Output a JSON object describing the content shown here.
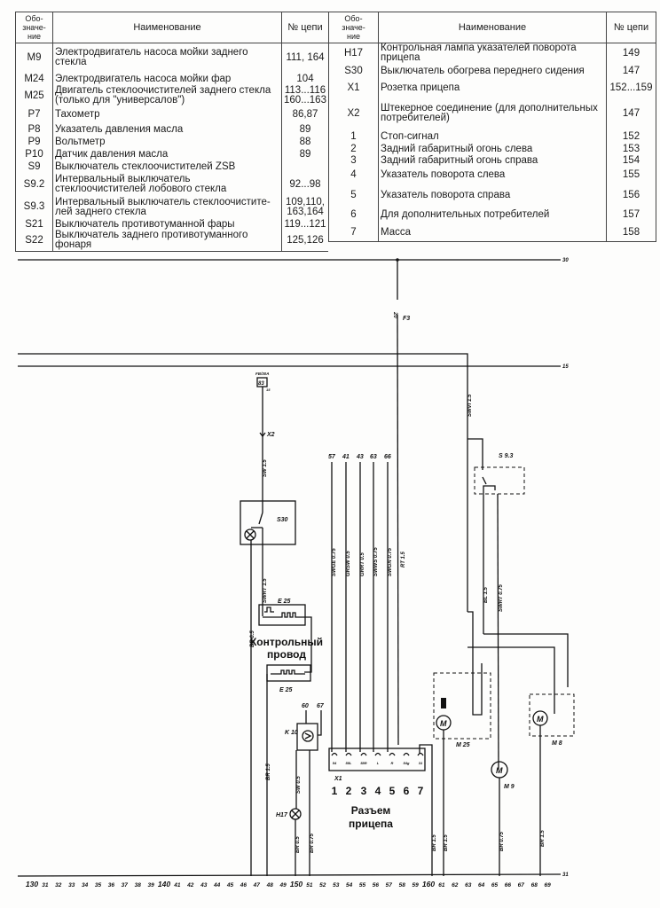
{
  "table_header": {
    "designation": "Обо-\nзначе-\nние",
    "name": "Наименование",
    "circuit": "№ цепи"
  },
  "left_rows": [
    {
      "id": "M9",
      "name": "Электродвигатель насоса мойки заднего стекла",
      "circuit": "111, 164"
    },
    {
      "id": "M24",
      "name": "Электродвигатель насоса мойки фар",
      "circuit": "104"
    },
    {
      "id": "M25",
      "name": "Двигатель стеклоочистителей заднего стекла (только для \"универсалов\")",
      "circuit": "113...116 160...163"
    },
    {
      "id": "P7",
      "name": "Тахометр",
      "circuit": "86,87"
    },
    {
      "id": "P8",
      "name": "Указатель давления масла",
      "circuit": "89"
    },
    {
      "id": "P9",
      "name": "Вольтметр",
      "circuit": "88"
    },
    {
      "id": "P10",
      "name": "Датчик давления масла",
      "circuit": "89"
    },
    {
      "id": "S9",
      "name": "Выключатель стеклоочистителей ZSB",
      "circuit": ""
    },
    {
      "id": "S9.2",
      "name": "Интервальный выключатель стеклоочистителей лобового стекла",
      "circuit": "92...98"
    },
    {
      "id": "S9.3",
      "name": "Интервальный выключатель стеклоочистите-лей заднего стекла",
      "circuit": "109,110, 163,164"
    },
    {
      "id": "S21",
      "name": "Выключатель противотуманной фары",
      "circuit": "119...121"
    },
    {
      "id": "S22",
      "name": "Выключатель заднего противотуманного фонаря",
      "circuit": "125,126"
    }
  ],
  "right_rows": [
    {
      "id": "H17",
      "name": "Контрольная лампа указателей поворота прицепа",
      "circuit": "149"
    },
    {
      "id": "S30",
      "name": "Выключатель обогрева переднего сидения",
      "circuit": "147"
    },
    {
      "id": "X1",
      "name": "Розетка прицепа",
      "circuit": "152...159"
    },
    {
      "id": "X2",
      "name": "Штекерное соединение (для дополнительных потребителей)",
      "circuit": "147"
    },
    {
      "id": "1",
      "name": "Стоп-сигнал",
      "circuit": "152"
    },
    {
      "id": "2",
      "name": "Задний габаритный огонь слева",
      "circuit": "153"
    },
    {
      "id": "3",
      "name": "Задний габаритный огонь справа",
      "circuit": "154"
    },
    {
      "id": "4",
      "name": "Указатель поворота слева",
      "circuit": "155"
    },
    {
      "id": "5",
      "name": "Указатель поворота справа",
      "circuit": "156"
    },
    {
      "id": "6",
      "name": "Для дополнительных потребителей",
      "circuit": "157"
    },
    {
      "id": "7",
      "name": "Масса",
      "circuit": "158"
    }
  ],
  "diagram": {
    "bus30": "30",
    "bus15": "15",
    "fuse_value": "20",
    "fuse": "F3",
    "fb": "FB/30A",
    "fb_num": "83",
    "fb_pin": "15",
    "x2": "X2",
    "sw15": "SW 1.5",
    "s30": "S30",
    "swrt15": "SWRT 1.5",
    "br05a": "BR 0.5",
    "e25a": "E 25",
    "e25b": "E 25",
    "control_wire_1": "Контрольный",
    "control_wire_2": "провод",
    "terminals": [
      "57",
      "41",
      "43",
      "63",
      "66"
    ],
    "wires": [
      "SWGE 0.75",
      "GRSW 0.5",
      "GRRT 0.5",
      "SWWS 0.75",
      "SWGN 0.75",
      "RT 1.5"
    ],
    "swvi": "SWVI 1.5",
    "s93": "S 9.3",
    "bl15": "BL 1.5",
    "swrt075": "SWRT 0.75",
    "m25": "M 25",
    "m9": "M 9",
    "m8": "M 8",
    "motor": "M",
    "k10": "K 10",
    "k10_60": "60",
    "k10_67": "67",
    "h17": "H17",
    "sw05": "SW 0.5",
    "br05b": "BR 0.5",
    "br075a": "BR 0.75",
    "br15a": "BR 1.5",
    "br15b": "BR 1.5",
    "br15c": "BR 1.5",
    "br075b": "BR 0.75",
    "br15d": "BR 1.5",
    "x1": "X1",
    "x1_pins": [
      "54",
      "58L",
      "58R",
      "L",
      "R",
      "54g",
      "31"
    ],
    "x1_numbers": [
      "1",
      "2",
      "3",
      "4",
      "5",
      "6",
      "7"
    ],
    "socket_1": "Разъем",
    "socket_2": "прицепа",
    "bus31": "31",
    "scale": [
      "130",
      "31",
      "32",
      "33",
      "34",
      "35",
      "36",
      "37",
      "38",
      "39",
      "140",
      "41",
      "42",
      "43",
      "44",
      "45",
      "46",
      "47",
      "48",
      "49",
      "150",
      "51",
      "52",
      "53",
      "54",
      "55",
      "56",
      "57",
      "58",
      "59",
      "160",
      "61",
      "62",
      "63",
      "64",
      "65",
      "66",
      "67",
      "68",
      "69"
    ]
  }
}
